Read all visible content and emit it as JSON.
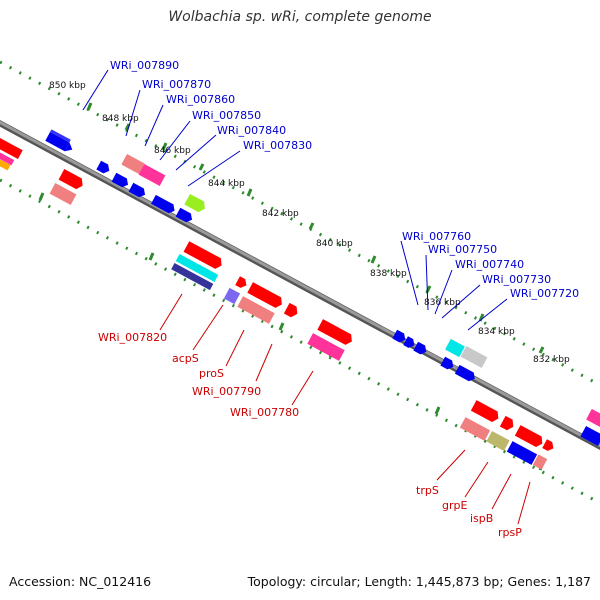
{
  "title": "Wolbachia sp. wRi, complete genome",
  "footer": {
    "accession": "Accession: NC_012416",
    "summary": "Topology: circular; Length: 1,445,873 bp; Genes: 1,187"
  },
  "colors": {
    "backbone": "#8a8a8a",
    "ruler": "#2e8b2e",
    "upper_labels": "#0000cc",
    "lower_labels": "#cc0000"
  },
  "ruler_labels": [
    "850 kbp",
    "848 kbp",
    "846 kbp",
    "844 kbp",
    "842 kbp",
    "840 kbp",
    "838 kbp",
    "836 kbp",
    "834 kbp",
    "832 kbp"
  ],
  "upper_gene_labels": [
    "WRi_007890",
    "WRi_007870",
    "WRi_007860",
    "WRi_007850",
    "WRi_007840",
    "WRi_007830",
    "WRi_007760",
    "WRi_007750",
    "WRi_007740",
    "WRi_007730",
    "WRi_007720"
  ],
  "lower_gene_labels": [
    "WRi_007820",
    "acpS",
    "proS",
    "WRi_007790",
    "WRi_007780",
    "trpS",
    "grpE",
    "ispB",
    "rpsP"
  ]
}
